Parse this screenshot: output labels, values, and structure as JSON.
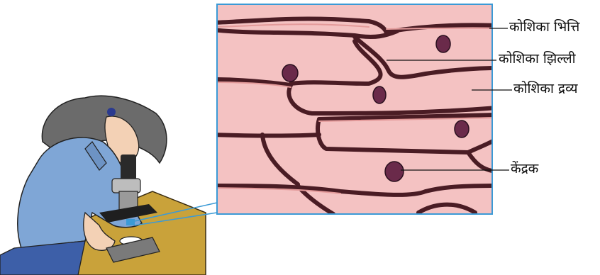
{
  "labels": {
    "cell_wall": "कोशिका भित्ति",
    "cell_membrane": "कोशिका झिल्ली",
    "cytoplasm": "कोशिका द्रव्य",
    "nucleus": "केंद्रक"
  },
  "colors": {
    "cell_fill": "#f4c2c2",
    "cell_wall": "#4a1c24",
    "wall_highlight": "#e39a9a",
    "frame_border": "#3b9ad6",
    "nucleus": "#6a2a4a",
    "shirt": "#7fa6d6",
    "hair": "#6b6b6b",
    "skin": "#f3d1b5",
    "table": "#c9a23a"
  },
  "icons": {
    "student": "student-figure",
    "microscope": "microscope-icon"
  }
}
